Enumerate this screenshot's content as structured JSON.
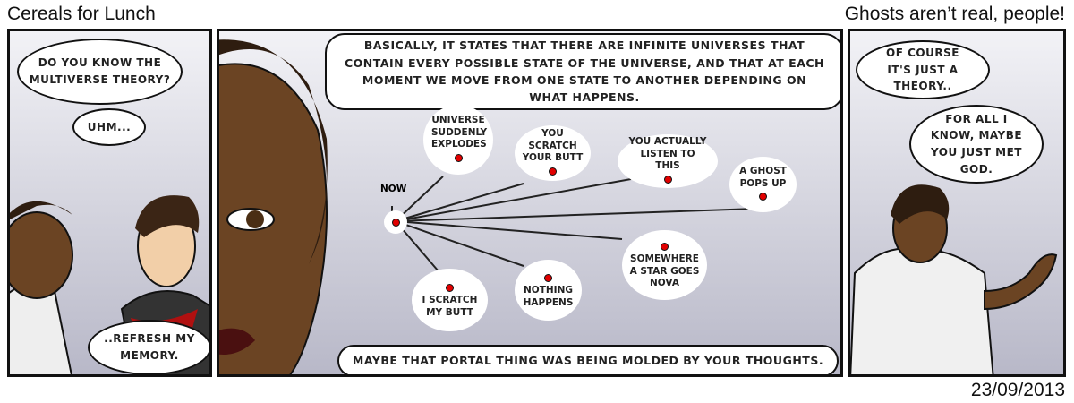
{
  "header": {
    "title": "Cereals for Lunch",
    "subtitle": "Ghosts aren’t real, people!",
    "date": "23/09/2013"
  },
  "panel1": {
    "bubble1": "DO YOU KNOW THE MULTIVERSE THEORY?",
    "bubble2": "UHM...",
    "bubble3": "..REFRESH MY MEMORY."
  },
  "panel2": {
    "top_bubble": "BASICALLY, IT STATES THAT THERE ARE INFINITE UNIVERSES THAT CONTAIN EVERY POSSIBLE STATE OF THE UNIVERSE, AND THAT AT EACH MOMENT WE MOVE FROM ONE STATE TO ANOTHER DEPENDING ON WHAT HAPPENS.",
    "now_label": "NOW",
    "nodes": [
      "UNIVERSE SUDDENLY EXPLODES",
      "YOU SCRATCH YOUR BUTT",
      "YOU ACTUALLY LISTEN TO THIS",
      "A GHOST POPS UP",
      "SOMEWHERE A STAR GOES NOVA",
      "NOTHING HAPPENS",
      "I SCRATCH MY BUTT"
    ],
    "bottom_bubble": "MAYBE THAT PORTAL THING WAS BEING MOLDED BY YOUR THOUGHTS."
  },
  "panel3": {
    "bubble1": "OF COURSE IT'S JUST A THEORY..",
    "bubble2": "FOR ALL I KNOW, MAYBE YOU JUST MET GOD."
  }
}
